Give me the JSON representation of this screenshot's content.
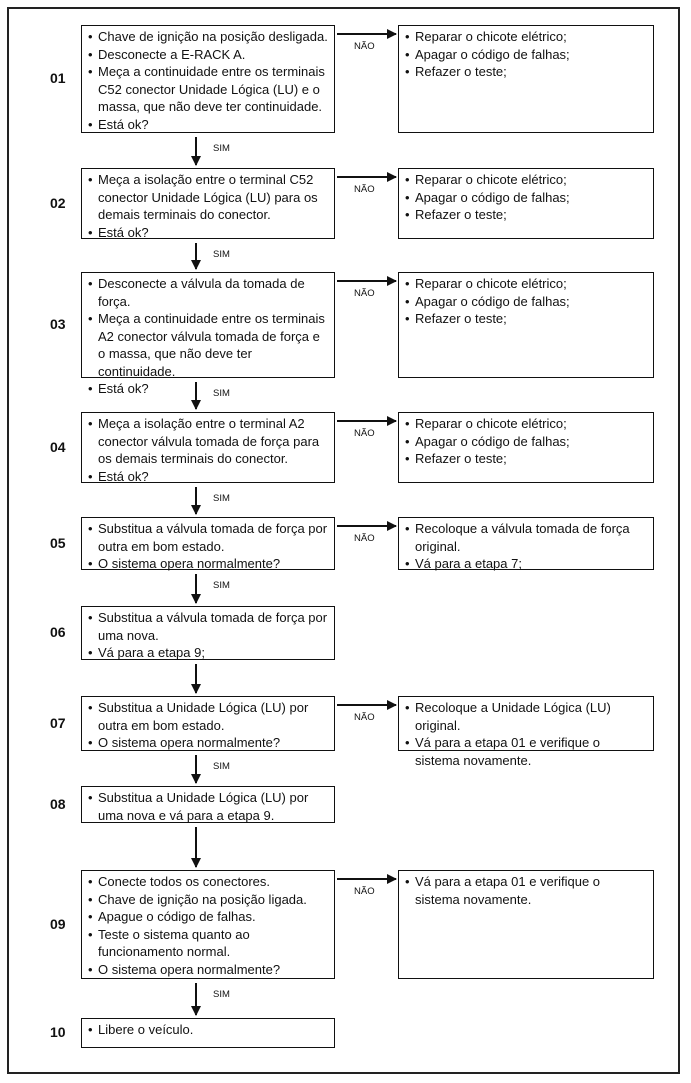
{
  "yes_label": "SIM",
  "no_label": "NÃO",
  "steps": [
    {
      "number": "01",
      "checks": [
        "Chave de ignição na posição desligada.",
        "Desconecte a E-RACK A.",
        "Meça a continuidade entre os terminais C52 conector Unidade Lógica (LU) e o massa, que não deve ter continuidade.",
        "Está ok?"
      ],
      "no_actions": [
        "Reparar o chicote elétrico;",
        "Apagar o código de falhas;",
        "Refazer o teste;"
      ]
    },
    {
      "number": "02",
      "checks": [
        "Meça a isolação entre o terminal C52 conector Unidade Lógica (LU) para os demais terminais do conector.",
        "Está ok?"
      ],
      "no_actions": [
        "Reparar o chicote elétrico;",
        "Apagar o código de falhas;",
        "Refazer o teste;"
      ]
    },
    {
      "number": "03",
      "checks": [
        "Desconecte a válvula da tomada de força.",
        "Meça a continuidade entre os terminais A2 conector válvula tomada de força e o massa, que não deve ter continuidade.",
        "Está ok?"
      ],
      "no_actions": [
        "Reparar o chicote elétrico;",
        "Apagar o código de falhas;",
        "Refazer o teste;"
      ]
    },
    {
      "number": "04",
      "checks": [
        "Meça a isolação entre o terminal A2 conector válvula tomada de força para os demais terminais do conector.",
        "Está ok?"
      ],
      "no_actions": [
        "Reparar o chicote elétrico;",
        "Apagar o código de falhas;",
        "Refazer o teste;"
      ]
    },
    {
      "number": "05",
      "checks": [
        "Substitua a válvula tomada de força por outra em bom estado.",
        "O sistema opera normalmente?"
      ],
      "no_actions": [
        "Recoloque a válvula tomada de força original.",
        "Vá para a etapa 7;"
      ]
    },
    {
      "number": "06",
      "checks": [
        "Substitua a válvula tomada de força por uma nova.",
        "Vá para a etapa 9;"
      ],
      "no_actions": []
    },
    {
      "number": "07",
      "checks": [
        "Substitua a Unidade Lógica (LU) por outra em bom estado.",
        "O sistema opera normalmente?"
      ],
      "no_actions": [
        "Recoloque a Unidade Lógica (LU) original.",
        "Vá para a etapa 01 e verifique o sistema novamente."
      ]
    },
    {
      "number": "08",
      "checks": [
        "Substitua a Unidade Lógica (LU) por uma nova e vá para a etapa 9."
      ],
      "no_actions": []
    },
    {
      "number": "09",
      "checks": [
        "Conecte todos os conectores.",
        "Chave de ignição na posição ligada.",
        "Apague o código de falhas.",
        "Teste o sistema quanto ao funcionamento normal.",
        "O sistema opera normalmente?"
      ],
      "no_actions": [
        "Vá para a etapa 01 e verifique o sistema novamente."
      ]
    },
    {
      "number": "10",
      "checks": [
        "Libere o veículo."
      ],
      "no_actions": []
    }
  ],
  "transitions": [
    "SIM",
    "SIM",
    "SIM",
    "SIM",
    "SIM",
    "",
    "SIM",
    "",
    "SIM"
  ]
}
